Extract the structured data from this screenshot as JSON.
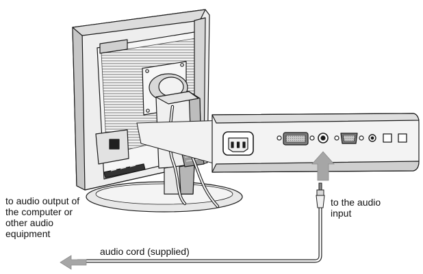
{
  "labels": {
    "audio_output": "to audio output of\nthe computer or\nother audio\nequipment",
    "audio_input": "to the audio\ninput",
    "audio_cord": "audio cord (supplied)"
  },
  "colors": {
    "line": "#1a1a1a",
    "body": "#f0f0f0",
    "shade": "#b8b8b8",
    "dark": "#555555",
    "arrow": "#a6a6a6"
  },
  "icons": {
    "power_socket": "ac-power-socket-icon",
    "audio_jack": "audio-jack-icon",
    "direction_arrow": "arrow-icon"
  }
}
